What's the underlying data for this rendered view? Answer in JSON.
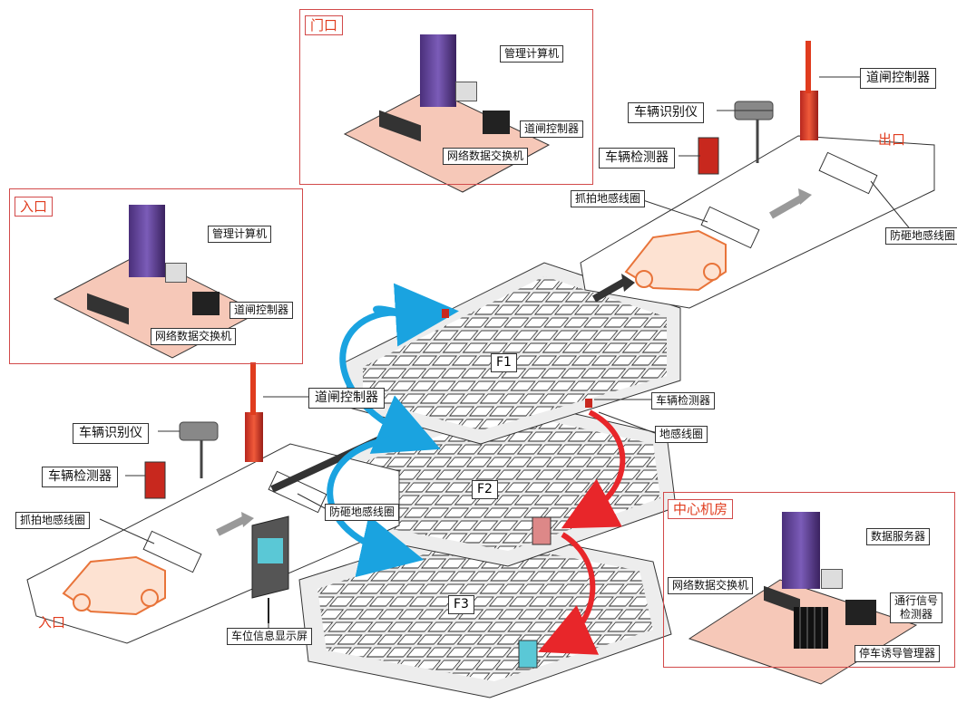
{
  "gate_room_top": {
    "tag": "门口",
    "computer": "管理计算机",
    "gate_ctrl": "道闸控制器",
    "switch": "网络数据交换机"
  },
  "entrance_room": {
    "tag": "入口",
    "computer": "管理计算机",
    "gate_ctrl": "道闸控制器",
    "switch": "网络数据交换机"
  },
  "center_room": {
    "tag": "中心机房",
    "data_server": "数据服务器",
    "switch": "网络数据交换机",
    "signal_detector": "通行信号\n检测器",
    "guide_manager": "停车诱导管理器"
  },
  "exit_area": {
    "gate_ctrl": "道闸控制器",
    "camera": "车辆识别仪",
    "detector": "车辆检测器",
    "capture_coil": "抓拍地感线圈",
    "label": "出口",
    "anti_coil": "防砸地感线圈"
  },
  "entry_area": {
    "gate_ctrl": "道闸控制器",
    "camera": "车辆识别仪",
    "detector": "车辆检测器",
    "capture_coil": "抓拍地感线圈",
    "anti_coil": "防砸地感线圈",
    "label": "入口",
    "display": "车位信息显示屏"
  },
  "floors": {
    "f1": "F1",
    "f2": "F2",
    "f3": "F3",
    "detector": "车辆检测器",
    "coil": "地感线圈"
  },
  "colors": {
    "accent_red": "#e03c1e",
    "arrow_blue": "#1aa3e0",
    "arrow_red": "#e8262a",
    "floor_pink": "#f6c8b8",
    "box_border": "#d24a4a"
  }
}
